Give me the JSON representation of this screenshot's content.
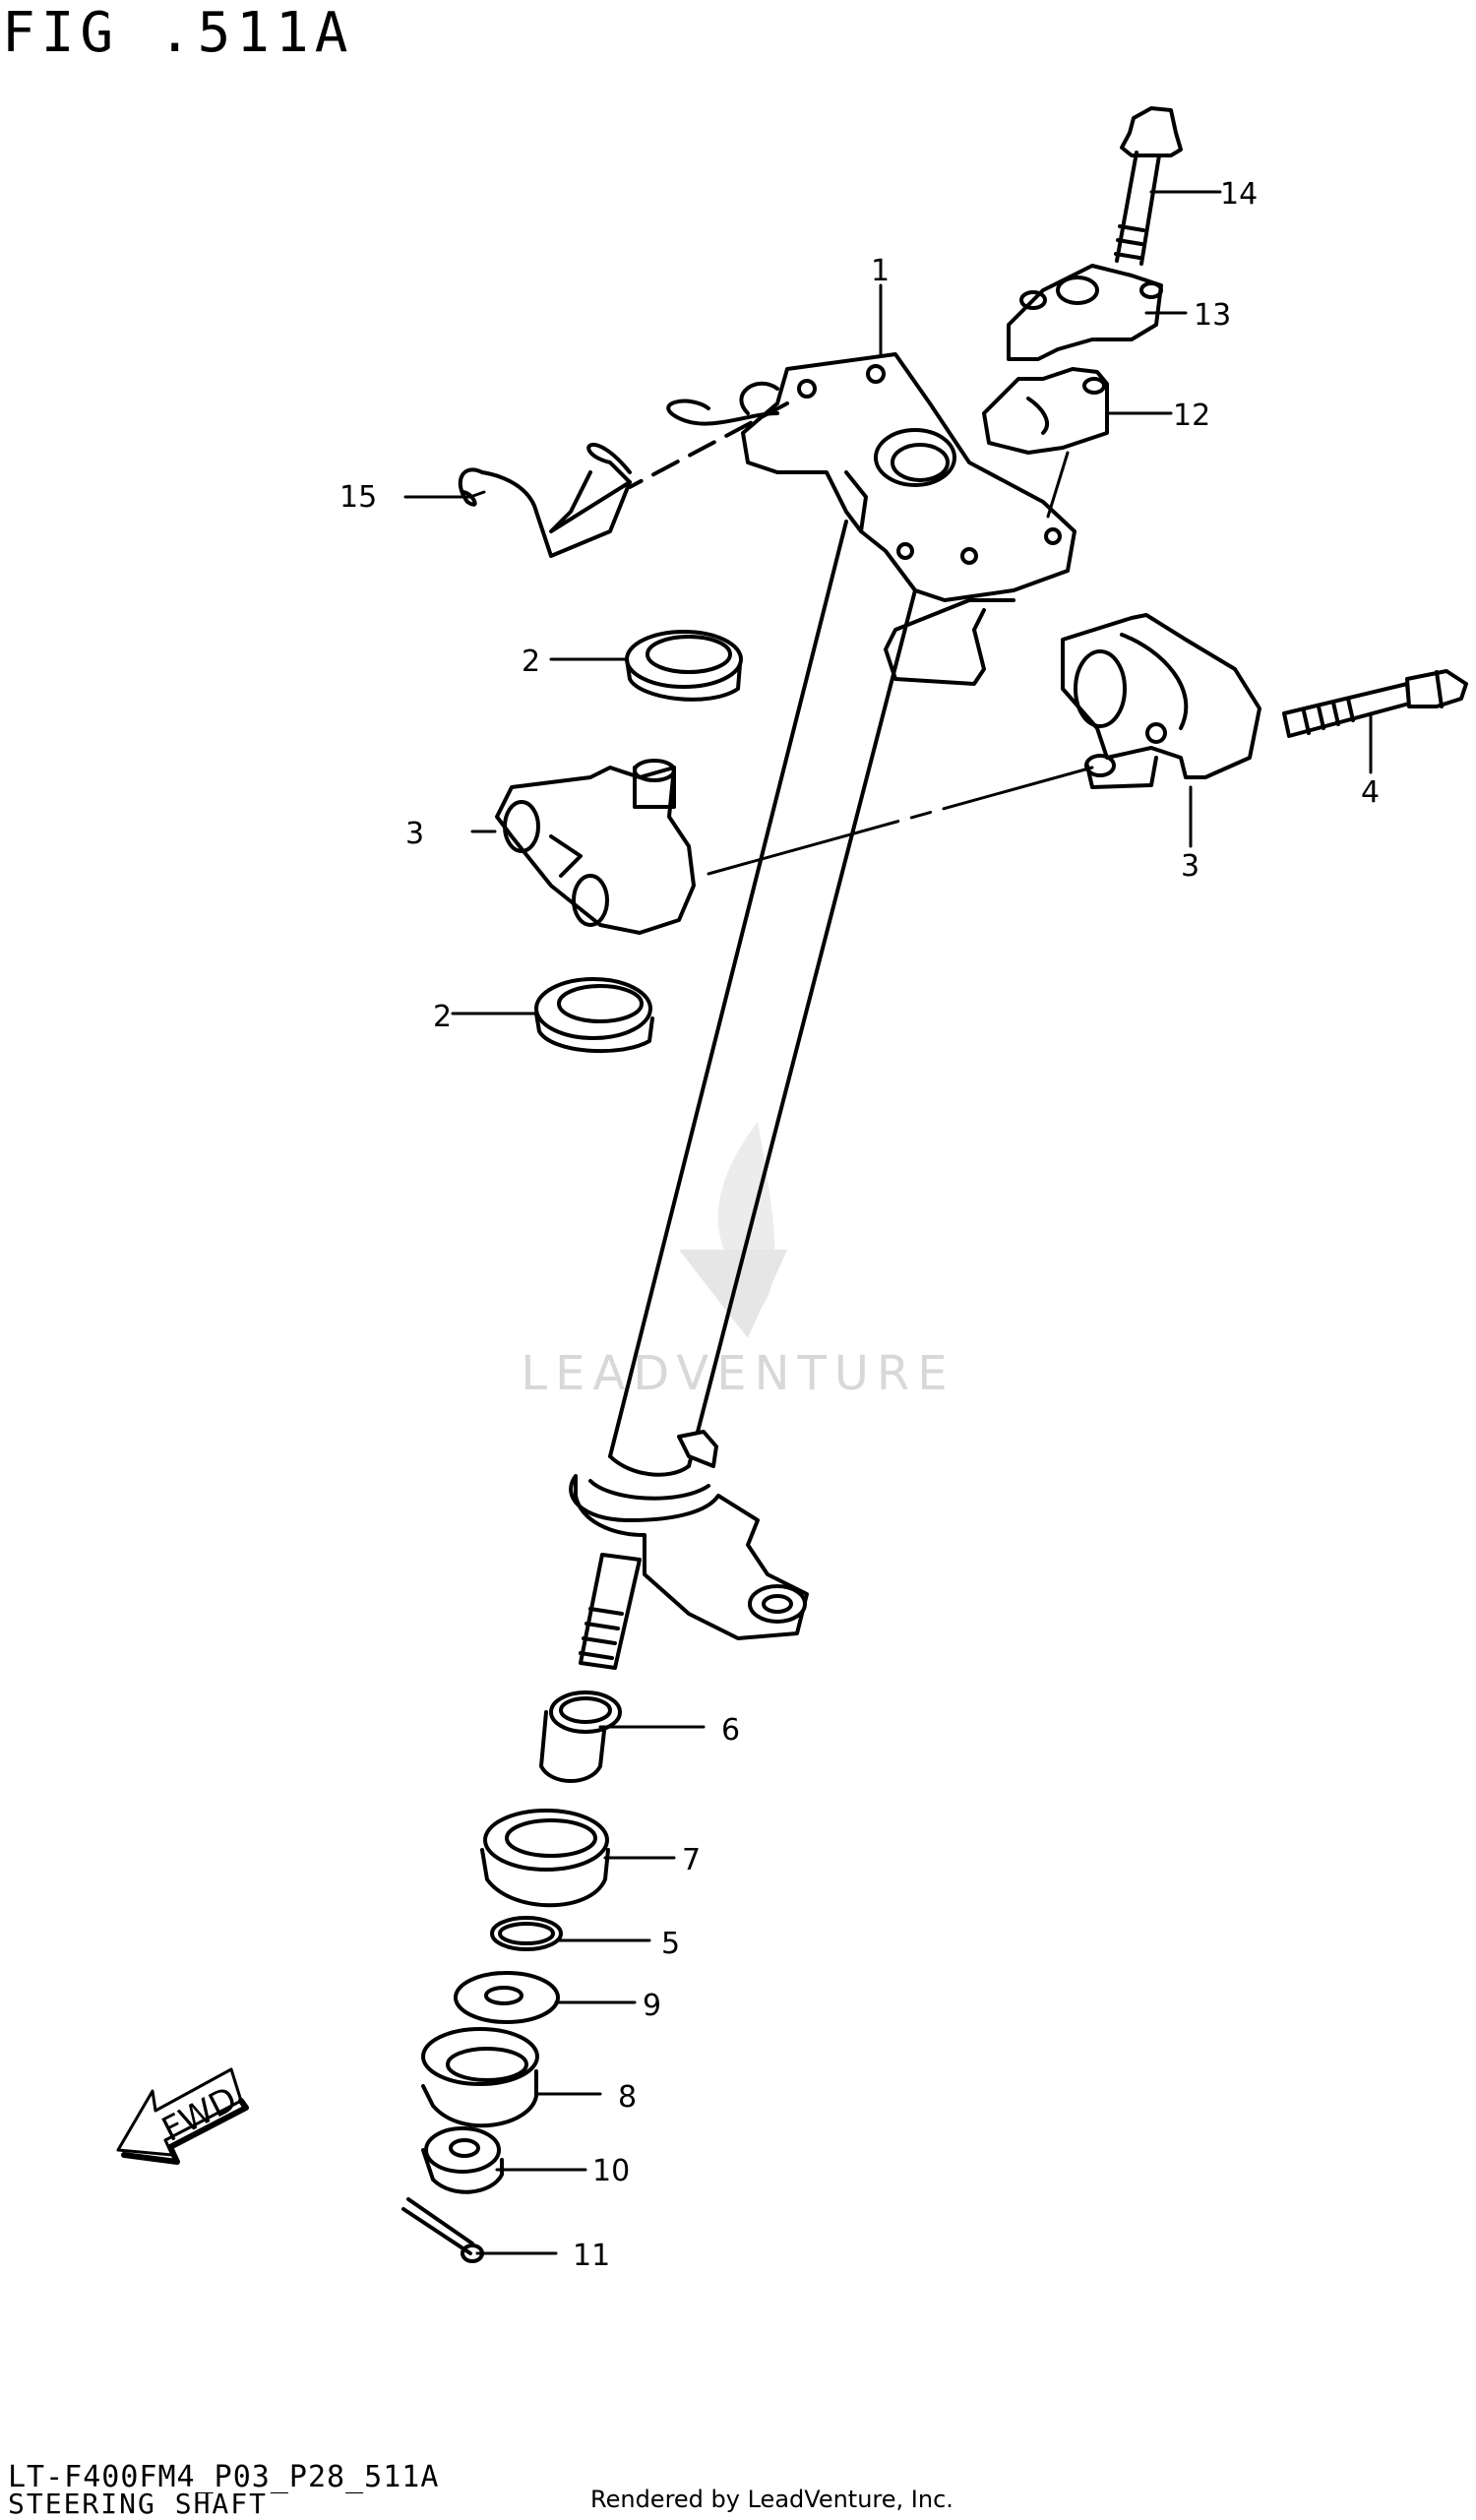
{
  "figure_title": "FIG .511A",
  "diagram_code": "LT-F400FM4_P03_P28_511A",
  "diagram_name": "STEERING SHAFT",
  "rendered_by": "Rendered by LeadVenture, Inc.",
  "watermark": "LEADVENTURE",
  "fwd_label": "FWD",
  "callouts": {
    "c1": "1",
    "c2a": "2",
    "c2b": "2",
    "c3a": "3",
    "c3b": "3",
    "c4": "4",
    "c5": "5",
    "c6": "6",
    "c7": "7",
    "c8": "8",
    "c9": "9",
    "c10": "10",
    "c11": "11",
    "c12": "12",
    "c13": "13",
    "c14": "14",
    "c15": "15"
  },
  "colors": {
    "line": "#000000",
    "background": "#ffffff",
    "watermark": "#d8d8d8"
  }
}
